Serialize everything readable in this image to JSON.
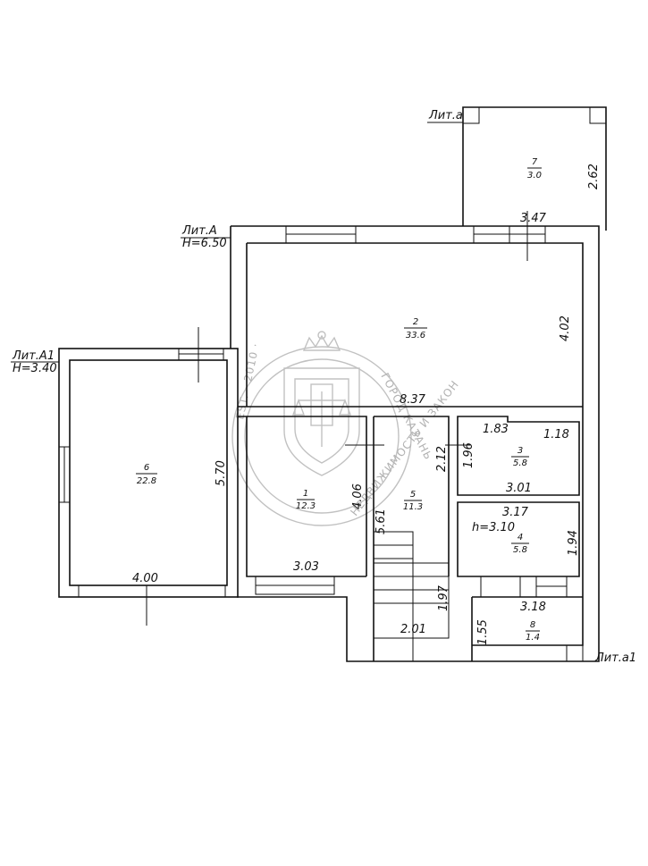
{
  "labels": {
    "lit_a_small": "Лит.а",
    "lit_a_big": "Лит.А",
    "h_650": "H=6.50",
    "lit_a1_big": "Лит.А1",
    "h_340": "H=3.40",
    "lit_a1_small": "Лит.а1",
    "h_310": "h=3.10"
  },
  "rooms": [
    {
      "num": "1",
      "area": "12.3"
    },
    {
      "num": "2",
      "area": "33.6"
    },
    {
      "num": "3",
      "area": "5.8"
    },
    {
      "num": "4",
      "area": "5.8"
    },
    {
      "num": "5",
      "area": "11.3"
    },
    {
      "num": "6",
      "area": "22.8"
    },
    {
      "num": "7",
      "area": "3.0"
    },
    {
      "num": "8",
      "area": "1.4"
    }
  ],
  "dimensions": {
    "d262": "2.62",
    "d347": "3.47",
    "d402": "4.02",
    "d837": "8.37",
    "d570": "5.70",
    "d400": "4.00",
    "d406": "4.06",
    "d303": "3.03",
    "d561": "5.61",
    "d212": "2.12",
    "d196": "1.96",
    "d183": "1.83",
    "d118": "1.18",
    "d301": "3.01",
    "d317": "3.17",
    "d194": "1.94",
    "d318": "3.18",
    "d155": "1.55",
    "d197": "1.97",
    "d201": "2.01"
  },
  "stamp": {
    "arc_top": "ГОРОД КАЗАНЬ",
    "arc_bottom": "НЕДВИЖИМОСТЬ И ЗАКОН",
    "est": "EST. · 2010 ·"
  }
}
